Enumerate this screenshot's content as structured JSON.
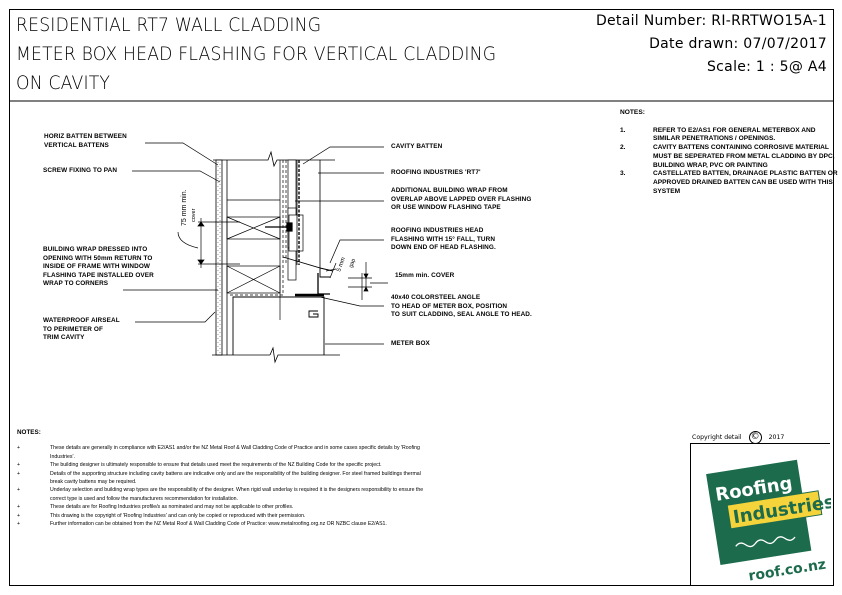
{
  "title": {
    "line1": "RESIDENTIAL RT7 WALL CLADDING",
    "line2": "METER BOX HEAD FLASHING FOR VERTICAL CLADDING",
    "line3": "ON CAVITY"
  },
  "meta": {
    "detail_number": "Detail Number:  RI-RRTWO15A-1",
    "date_drawn": "Date drawn:  07/07/2017",
    "scale": "Scale:   1 : 5@ A4"
  },
  "callouts": {
    "horiz_batten": [
      "HORIZ BATTEN BETWEEN",
      "VERTICAL BATTENS"
    ],
    "screw_fixing": "SCREW FIXING TO PAN",
    "building_wrap": [
      "BUILDING WRAP DRESSED INTO",
      "OPENING WITH 50mm RETURN TO",
      "INSIDE OF FRAME WITH WINDOW",
      "FLASHING TAPE INSTALLED OVER",
      "WRAP TO CORNERS"
    ],
    "airseal": [
      "WATERPROOF AIRSEAL",
      "TO PERIMETER OF",
      "TRIM CAVITY"
    ],
    "cavity_batten": "CAVITY BATTEN",
    "rt7": "ROOFING INDUSTRIES 'RT7'",
    "additional_wrap": [
      "ADDITIONAL BUILDING WRAP FROM",
      "OVERLAP ABOVE LAPPED OVER FLASHING",
      "OR USE WINDOW FLASHING TAPE"
    ],
    "head_flashing": [
      "ROOFING INDUSTRIES HEAD",
      "FLASHING WITH 15° FALL, TURN",
      "DOWN END OF HEAD FLASHING."
    ],
    "cover": "15mm min. COVER",
    "angle": [
      "40x40 COLORSTEEL ANGLE",
      "TO HEAD OF METER BOX, POSITION",
      "TO SUIT CLADDING, SEAL ANGLE TO HEAD."
    ],
    "meter_box": "METER BOX",
    "dim_75": "75 mm min.",
    "dim_75_sub": "cover",
    "dim_5": "5 mm",
    "dim_5_sub": "gap"
  },
  "notes_right": {
    "heading": "NOTES:",
    "items": [
      {
        "num": "1.",
        "text": "REFER TO E2/AS1  FOR GENERAL METERBOX AND SIMILAR PENETRATIONS / OPENINGS."
      },
      {
        "num": "2.",
        "text": "CAVITY BATTENS CONTAINING CORROSIVE MATERIAL MUST BE SEPERATED FROM METAL CLADDING BY DPC, BUILDING WRAP, PVC OR PAINTING"
      },
      {
        "num": "3.",
        "text": "CASTELLATED BATTEN, DRAINAGE PLASTIC BATTEN OR APPROVED DRAINED BATTEN CAN BE USED WITH THIS SYSTEM"
      }
    ]
  },
  "notes_bottom": {
    "heading": "NOTES:",
    "bullet": "+",
    "items": [
      "These details are generally in compliance with E2/AS1 and/or the NZ Metal Roof & Wall Cladding Code of Practice and in some cases specific details by 'Roofing Industries'.",
      "The building designer is ultimately responsible to ensure that details used meet the requirements of the NZ Building Code for the specific project.",
      "Details of the supporting structure including cavity battens are indicative only and are the responsibility of the building designer.  For steel framed buildings thermal break cavity battens may be required.",
      "Underlay selection and building wrap types are the responsibility of the designer.  When rigid wall underlay is required it is the designers responsibility to ensure the correct type is used and follow the manufacturers recommendation for installation.",
      "These details are for Roofing Industries profile/s as nominated and may not be applicable to other profiles.",
      "This drawing is the copyright of 'Roofing Industries' and can only be copied or reproduced with their permission.",
      "Further information can be obtained from the NZ Metal Roof & Wall Cladding Code of Practice: www.metalroofing.org.nz OR NZBC clause E2/AS1."
    ]
  },
  "copyright": {
    "label": "Copyright detail",
    "symbol": "©",
    "year": "2017"
  },
  "logo": {
    "line1": "Roofing",
    "line2": "Industries",
    "url": "roof.co.nz",
    "green": "#1c6b4c",
    "yellow": "#f4d33b"
  }
}
